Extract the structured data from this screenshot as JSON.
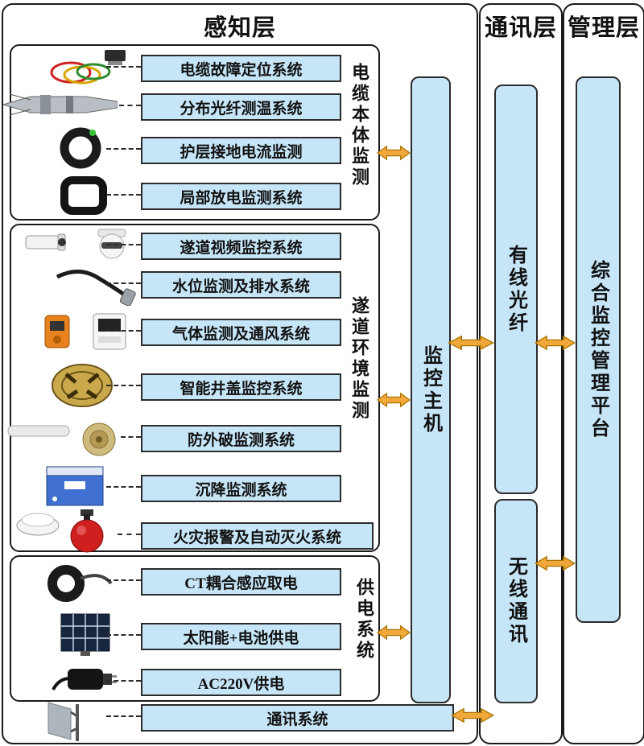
{
  "layers": {
    "perception": {
      "title": "感知层"
    },
    "communication": {
      "title": "通讯层"
    },
    "management": {
      "title": "管理层"
    }
  },
  "perception": {
    "host_label": "监控主机",
    "comm_row": {
      "label": "通讯系统",
      "icon": "antenna-icon"
    },
    "groups": [
      {
        "label": "电缆本体监测",
        "items": [
          {
            "label": "电缆故障定位系统",
            "icon": "cable-fault-locator-icon"
          },
          {
            "label": "分布光纤测温系统",
            "icon": "fiber-optic-cable-icon"
          },
          {
            "label": "护层接地电流监测",
            "icon": "grounding-current-ring-icon"
          },
          {
            "label": "局部放电监测系统",
            "icon": "partial-discharge-clamp-icon"
          }
        ]
      },
      {
        "label": "遂道环境监测",
        "items": [
          {
            "label": "遂道视频监控系统",
            "icon": "cctv-camera-icon"
          },
          {
            "label": "水位监测及排水系统",
            "icon": "water-level-probe-icon"
          },
          {
            "label": "气体监测及通风系统",
            "icon": "gas-detector-icon"
          },
          {
            "label": "智能井盖监控系统",
            "icon": "manhole-cover-icon"
          },
          {
            "label": "防外破监测系统",
            "icon": "anti-damage-sensor-icon"
          },
          {
            "label": "沉降监测系统",
            "icon": "settlement-sensor-icon"
          },
          {
            "label": "火灾报警及自动灭火系统",
            "icon": "fire-alarm-extinguisher-icon"
          }
        ]
      },
      {
        "label": "供电系统",
        "items": [
          {
            "label": "CT耦合感应取电",
            "icon": "ct-coupler-icon"
          },
          {
            "label": "太阳能+电池供电",
            "icon": "solar-panel-icon"
          },
          {
            "label": "AC220V供电",
            "icon": "power-adapter-icon"
          }
        ]
      }
    ]
  },
  "communication": {
    "wired_label": "有线光纤",
    "wireless_label": "无线通讯"
  },
  "management": {
    "platform_label": "综合监控管理平台"
  },
  "colors": {
    "box_fill": "#c6e6f8",
    "arrow_fill": "#f2a73a",
    "arrow_stroke": "#a87400",
    "border": "#1a1a1a"
  }
}
